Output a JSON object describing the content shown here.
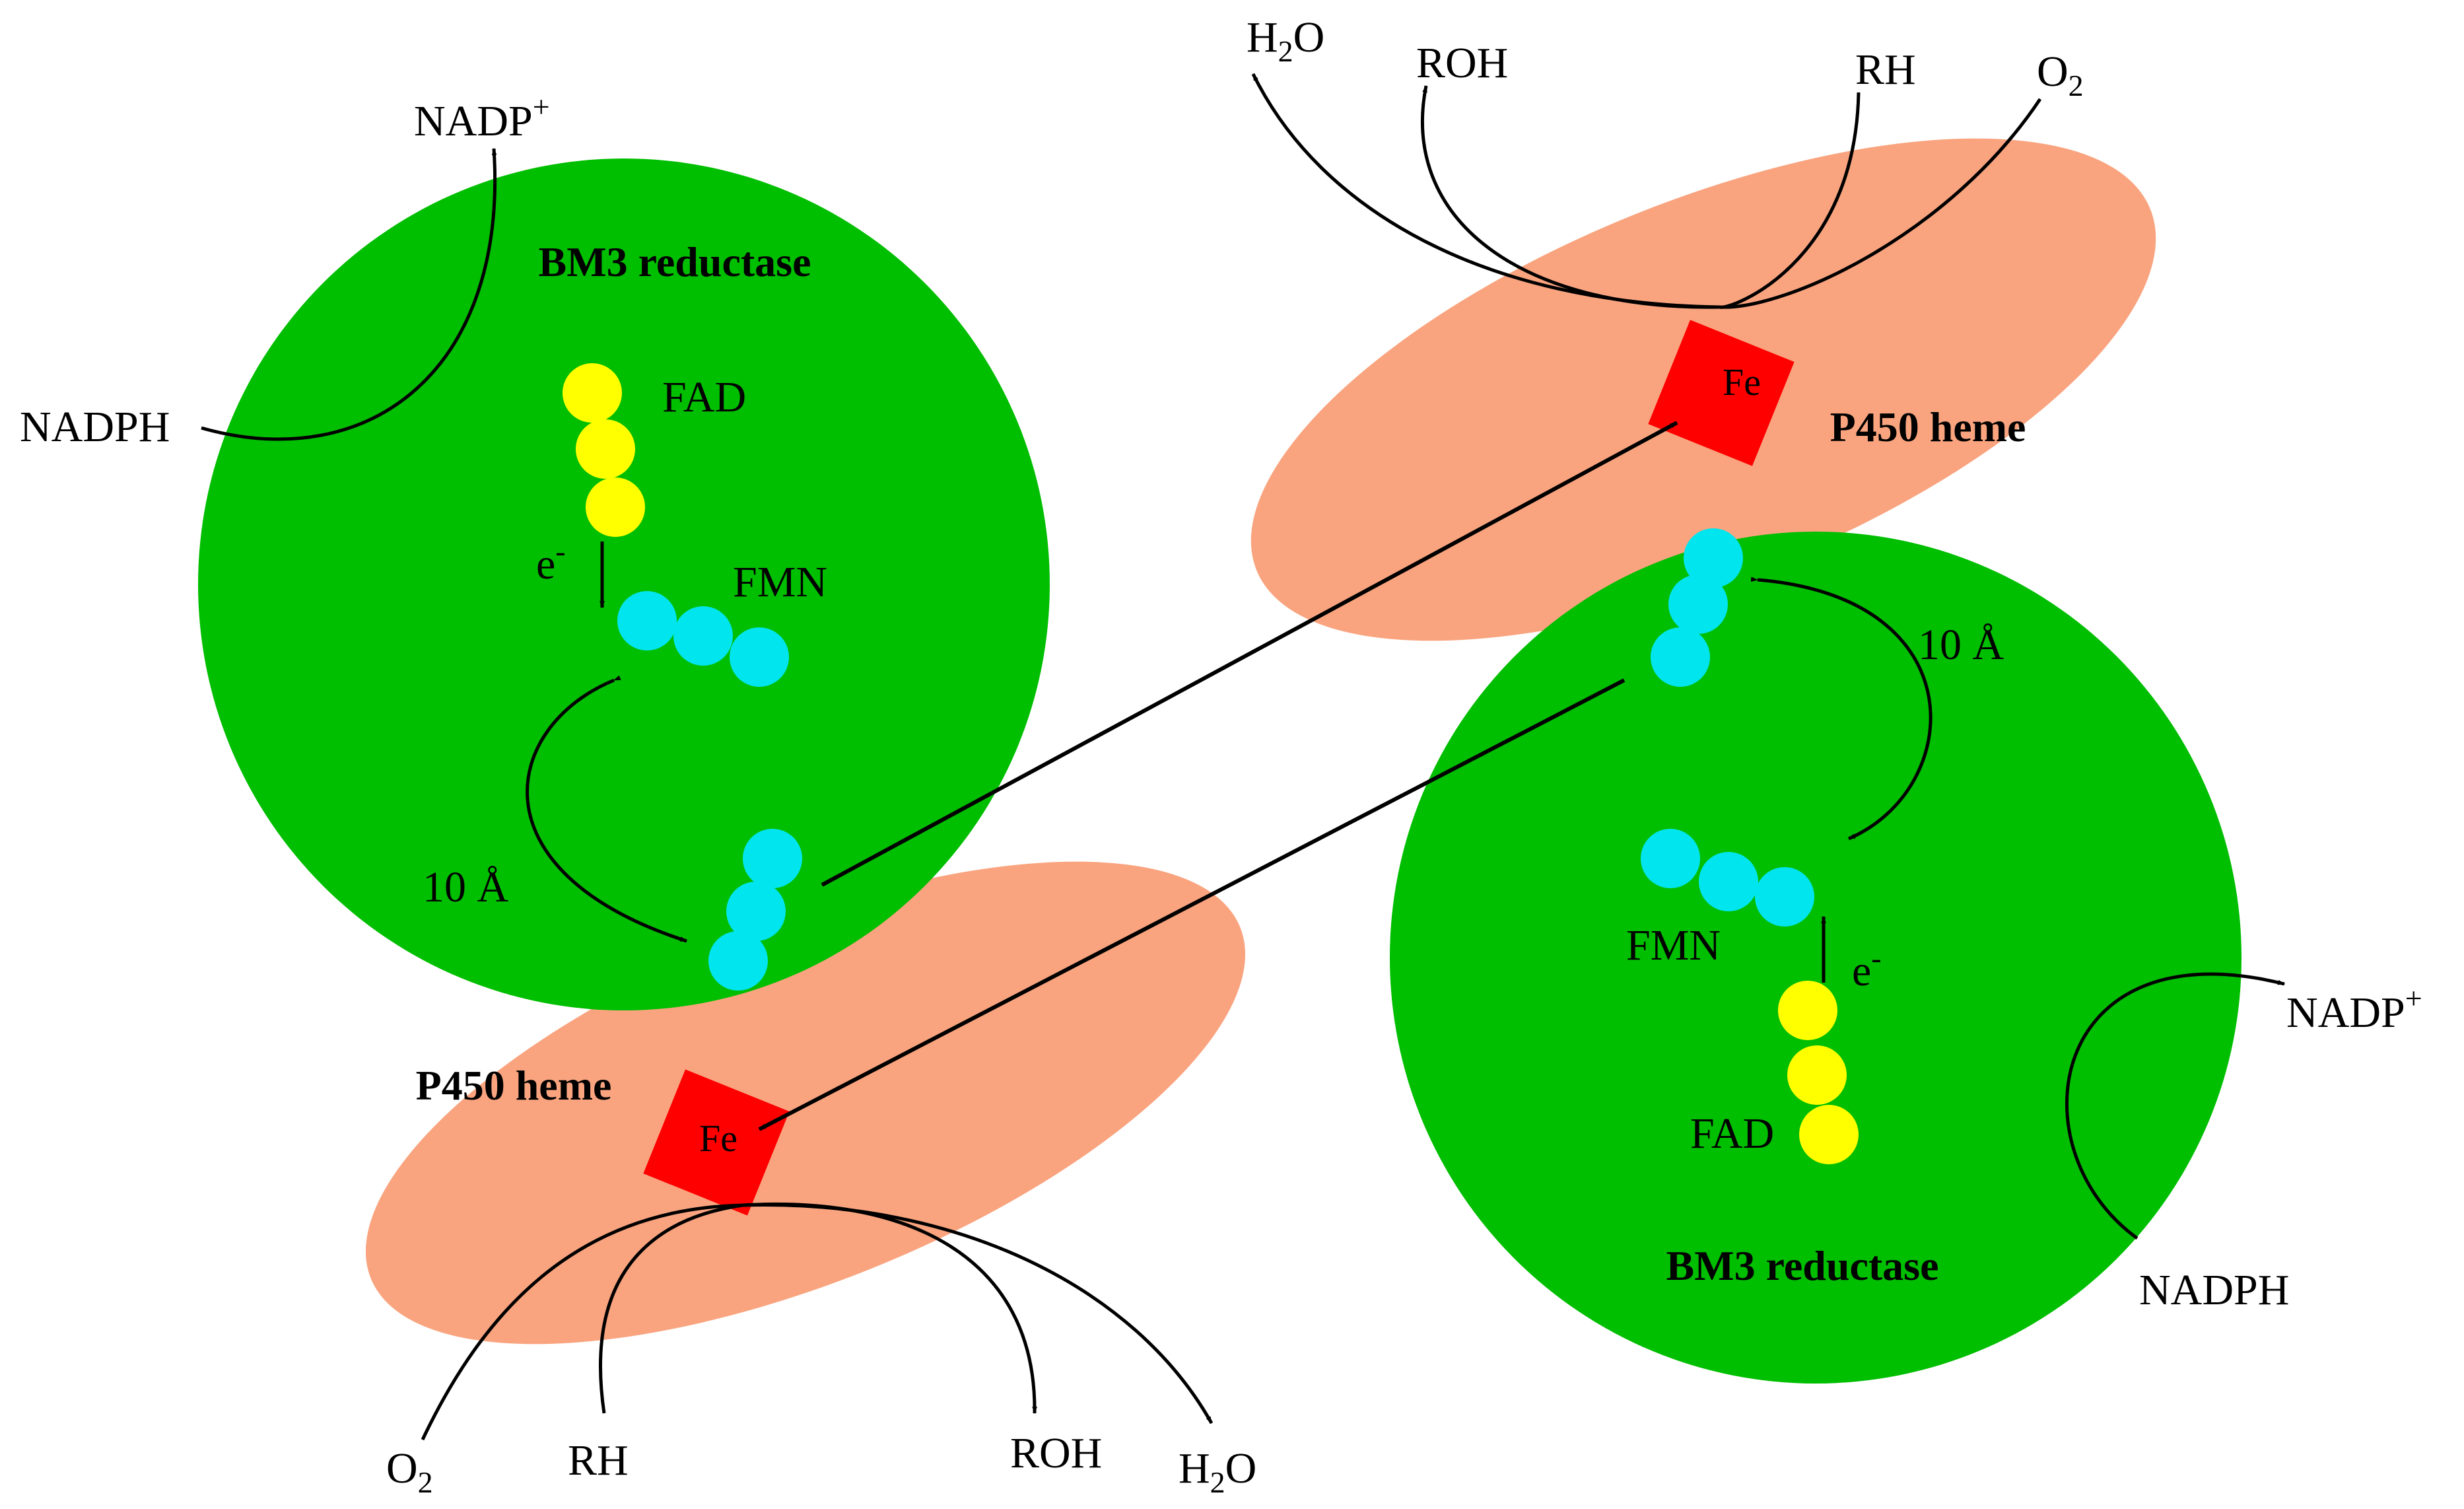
{
  "colors": {
    "reductase": "#00BE00",
    "heme_domain": "#F9A47F",
    "heme": "#FF0000",
    "fad": "#FFFF00",
    "fmn": "#00E5EE"
  },
  "left_reductase": {
    "title": "BM3 reductase",
    "fad": "FAD",
    "fmn": "FMN",
    "electron": "e",
    "electron_sup": "-",
    "distance": "10 Å",
    "nadph": "NADPH",
    "nadp": "NADP",
    "nadp_sup": "+"
  },
  "right_reductase": {
    "title": "BM3 reductase",
    "fad": "FAD",
    "fmn": "FMN",
    "electron": "e",
    "electron_sup": "-",
    "distance": "10 Å",
    "nadph": "NADPH",
    "nadp": "NADP",
    "nadp_sup": "+"
  },
  "top_heme": {
    "title": "P450 heme",
    "fe": "Fe",
    "h2o_main": "H",
    "h2o_sub": "2",
    "h2o_end": "O",
    "roh": "ROH",
    "rh": "RH",
    "o2_main": "O",
    "o2_sub": "2"
  },
  "bottom_heme": {
    "title": "P450 heme",
    "fe": "Fe",
    "h2o_main": "H",
    "h2o_sub": "2",
    "h2o_end": "O",
    "roh": "ROH",
    "rh": "RH",
    "o2_main": "O",
    "o2_sub": "2"
  }
}
